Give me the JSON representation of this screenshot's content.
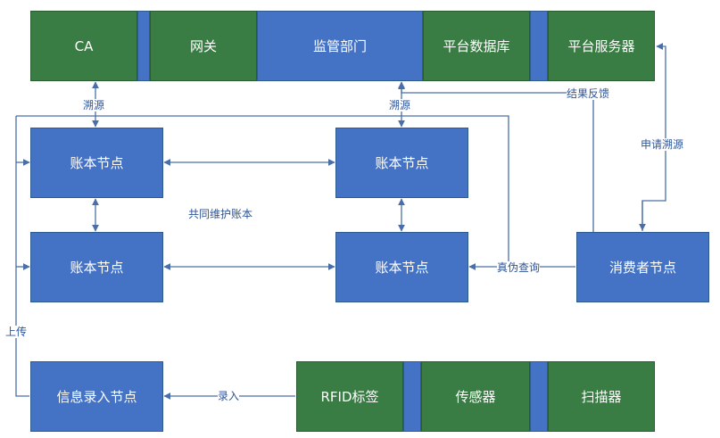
{
  "top_bar": {
    "ca": "CA",
    "gateway": "网关",
    "regulator": "监管部门",
    "platform_db": "平台数据库",
    "platform_server": "平台服务器"
  },
  "ledger_nodes": {
    "top_left": "账本节点",
    "top_right": "账本节点",
    "bottom_left": "账本节点",
    "bottom_right": "账本节点",
    "shared_label": "共同维护账本"
  },
  "consumer_node": "消费者节点",
  "entry_node": "信息录入节点",
  "bottom_bar": {
    "rfid": "RFID标签",
    "sensor": "传感器",
    "scanner": "扫描器"
  },
  "edge_labels": {
    "trace_left": "溯源",
    "trace_mid": "溯源",
    "result_feedback": "结果反馈",
    "apply_trace": "申请溯源",
    "verify_query": "真伪查询",
    "upload": "上传",
    "record": "录入"
  },
  "colors": {
    "blue": "#4472c4",
    "green": "#3a7d44",
    "line": "#4a6fa8",
    "text": "#2f5597"
  }
}
